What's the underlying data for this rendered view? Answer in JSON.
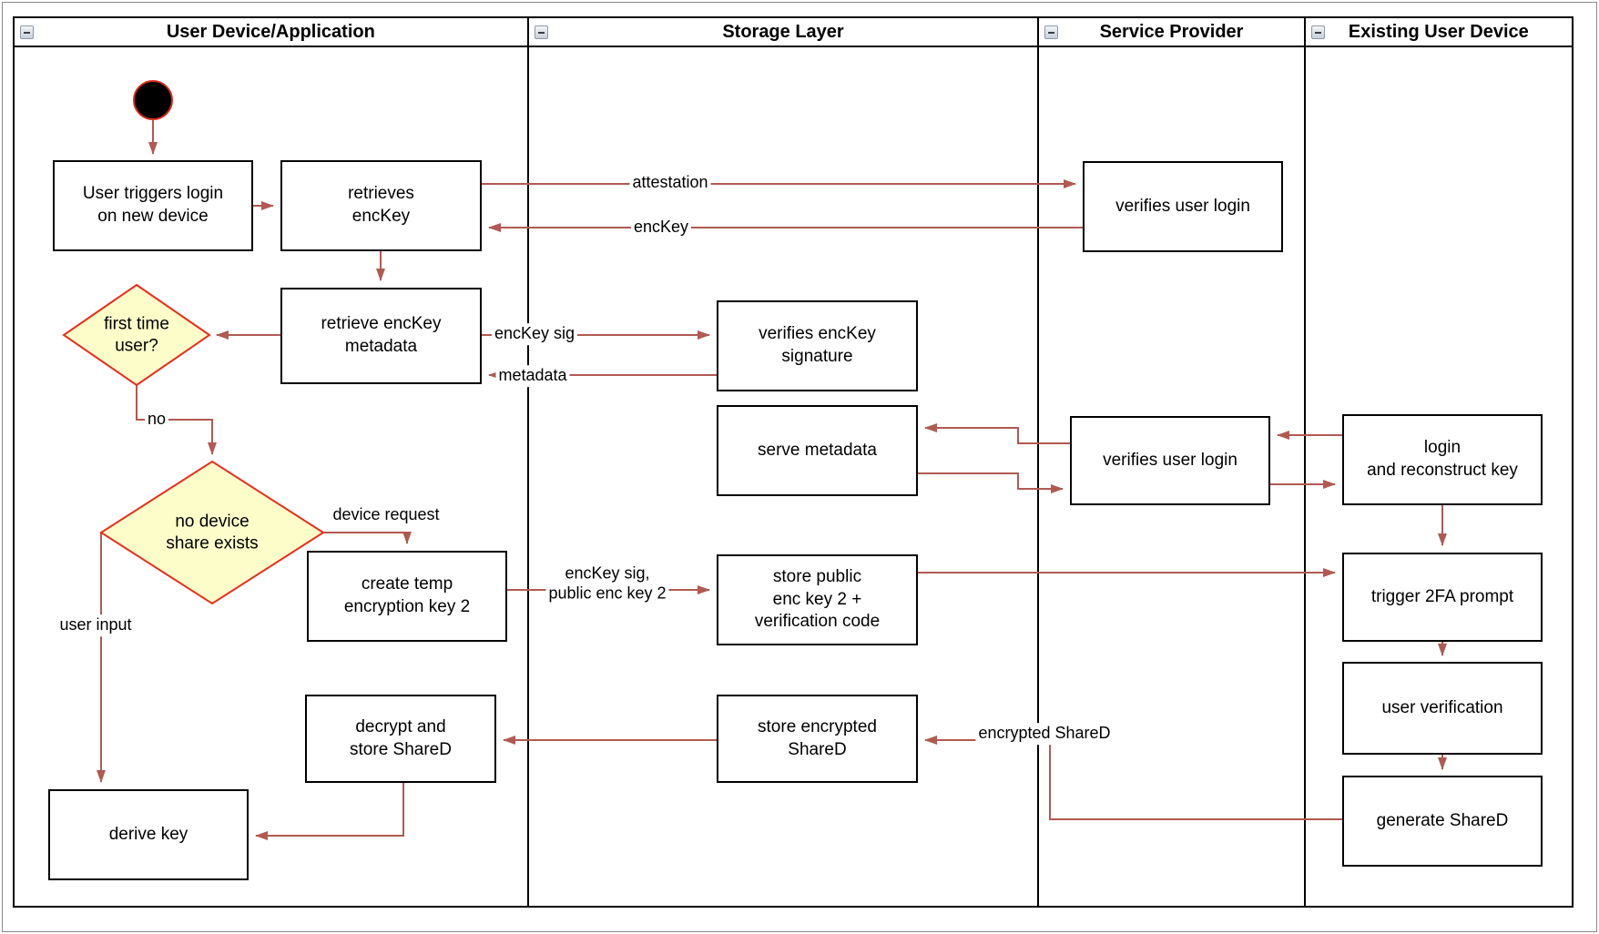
{
  "lanes": [
    {
      "id": "user-device",
      "title": "User Device/Application"
    },
    {
      "id": "storage-layer",
      "title": "Storage Layer"
    },
    {
      "id": "service-provider",
      "title": "Service Provider"
    },
    {
      "id": "existing-user-device",
      "title": "Existing User Device"
    }
  ],
  "nodes": {
    "user_triggers_login": "User triggers login\non new device",
    "retrieves_enckey": "retrieves\nencKey",
    "verifies_user_login_top": "verifies user login",
    "retrieve_enckey_metadata": "retrieve encKey\nmetadata",
    "verifies_enckey_signature": "verifies encKey\nsignature",
    "first_time_user": "first time\nuser?",
    "serve_metadata": "serve metadata",
    "verifies_user_login_mid": "verifies user login",
    "login_and_reconstruct": "login\nand reconstruct key",
    "no_device_share": "no device\nshare exists",
    "create_temp_key": "create temp\nencryption key 2",
    "store_public_key": "store public\nenc key 2 +\nverification code",
    "trigger_2fa": "trigger 2FA prompt",
    "user_verification": "user verification",
    "decrypt_store_shared": "decrypt and\nstore ShareD",
    "store_encrypted_shared": "store encrypted\nShareD",
    "generate_shared": "generate ShareD",
    "derive_key": "derive key"
  },
  "edge_labels": {
    "attestation": "attestation",
    "enckey": "encKey",
    "enckey_sig": "encKey sig",
    "metadata": "metadata",
    "no": "no",
    "device_request": "device request",
    "enckey_sig_public": "encKey sig,\npublic enc key 2",
    "user_input": "user input",
    "encrypted_shared": "encrypted ShareD"
  },
  "colors": {
    "arrow": "#b05a52",
    "diamond_fill": "#fdfdca",
    "diamond_border": "#ea2e1d",
    "node_border": "#000000",
    "start_fill": "#000000",
    "start_ring": "#d8291a"
  }
}
